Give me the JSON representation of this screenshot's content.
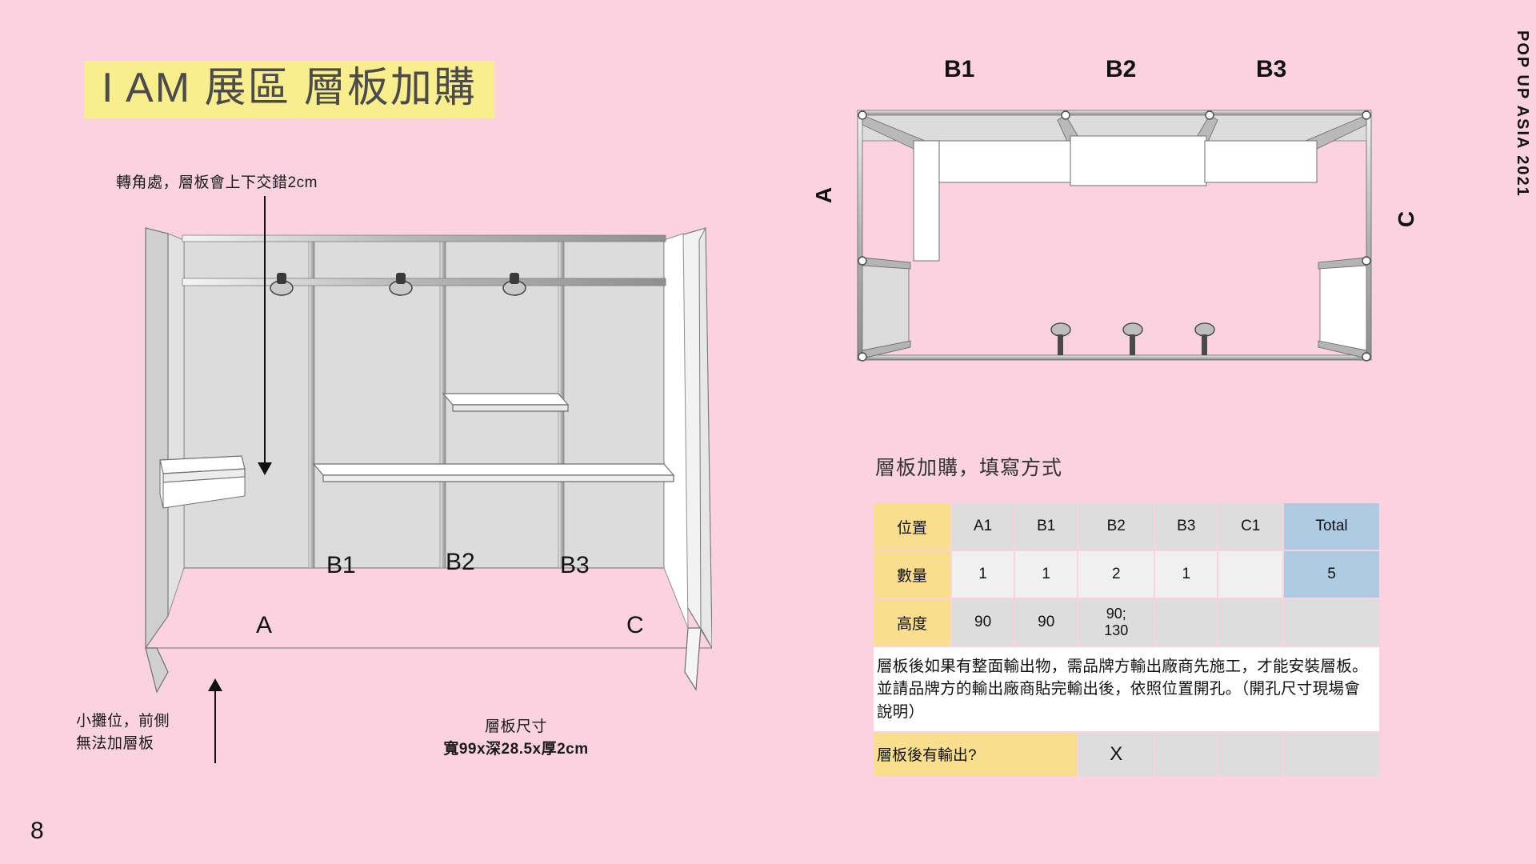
{
  "page": {
    "number": "8",
    "background_color": "#fbd3e0",
    "brand": "POP UP ASIA 2021"
  },
  "title": {
    "text": "I AM 展區 層板加購",
    "highlight_color": "#f9ee8e"
  },
  "annotations": {
    "corner_note": "轉角處，層板會上下交錯2cm",
    "small_booth_line1": "小攤位，前側",
    "small_booth_line2": "無法加層板",
    "shelf_size_line1": "層板尺寸",
    "shelf_size_line2": "寬99x深28.5x厚2cm"
  },
  "iso_view": {
    "panel_b1": "B1",
    "panel_b2": "B2",
    "panel_b3": "B3",
    "side_a": "A",
    "side_c": "C"
  },
  "plan_view": {
    "panel_b1": "B1",
    "panel_b2": "B2",
    "panel_b3": "B3",
    "side_a": "A",
    "side_c": "C"
  },
  "form": {
    "heading": "層板加購，填寫方式",
    "row_labels": {
      "position": "位置",
      "quantity": "數量",
      "height": "高度",
      "print_behind": "層板後有輸出?"
    },
    "columns": [
      "A1",
      "B1",
      "B2",
      "B3",
      "C1",
      "Total"
    ],
    "quantities": [
      "1",
      "1",
      "2",
      "1",
      "",
      "5"
    ],
    "heights": [
      "90",
      "90",
      "90;\n130",
      "",
      "",
      ""
    ],
    "note": "層板後如果有整面輸出物，需品牌方輸出廠商先施工，才能安裝層板。並請品牌方的輸出廠商貼完輸出後，依照位置開孔。（開孔尺寸現場會說明）",
    "print_behind_mark": "X",
    "colors": {
      "label_cell": "#f8de8d",
      "header_cell": "#dddddd",
      "qty_cell": "#f0f0f0",
      "total_cell": "#afcbe3"
    }
  }
}
